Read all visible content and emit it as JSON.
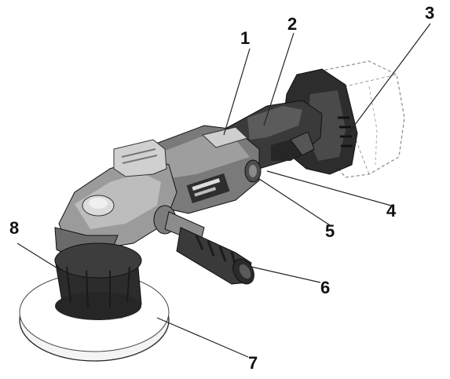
{
  "callouts": [
    {
      "id": "c1",
      "label": "1"
    },
    {
      "id": "c2",
      "label": "2"
    },
    {
      "id": "c3",
      "label": "3"
    },
    {
      "id": "c4",
      "label": "4"
    },
    {
      "id": "c5",
      "label": "5"
    },
    {
      "id": "c6",
      "label": "6"
    },
    {
      "id": "c7",
      "label": "7"
    },
    {
      "id": "c8",
      "label": "8"
    }
  ],
  "colors": {
    "body_dark": "#3a3a3a",
    "body_mid": "#6e6e6e",
    "body_light": "#a9a9a9",
    "pad_white": "#f2f2f2",
    "line": "#222222"
  }
}
